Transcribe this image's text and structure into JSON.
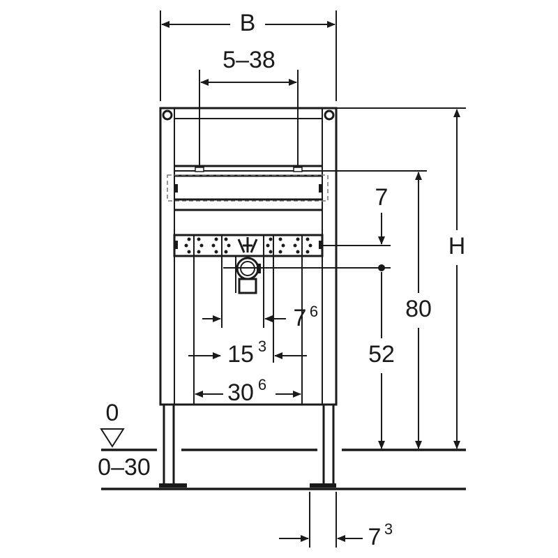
{
  "dimensions": {
    "width_label": "B",
    "spacing_label": "5–38",
    "height_label": "H",
    "height_80": "80",
    "offset_7": "7",
    "height_52": "52",
    "dim_7_6": {
      "base": "7",
      "sup": "6"
    },
    "dim_15_3": {
      "base": "15",
      "sup": "3"
    },
    "dim_30_6": {
      "base": "30",
      "sup": "6"
    },
    "dim_7_3": {
      "base": "7",
      "sup": "3"
    },
    "floor_zero": "0",
    "floor_range": "0–30"
  },
  "colors": {
    "line": "#1a1a1a",
    "background": "#ffffff"
  }
}
